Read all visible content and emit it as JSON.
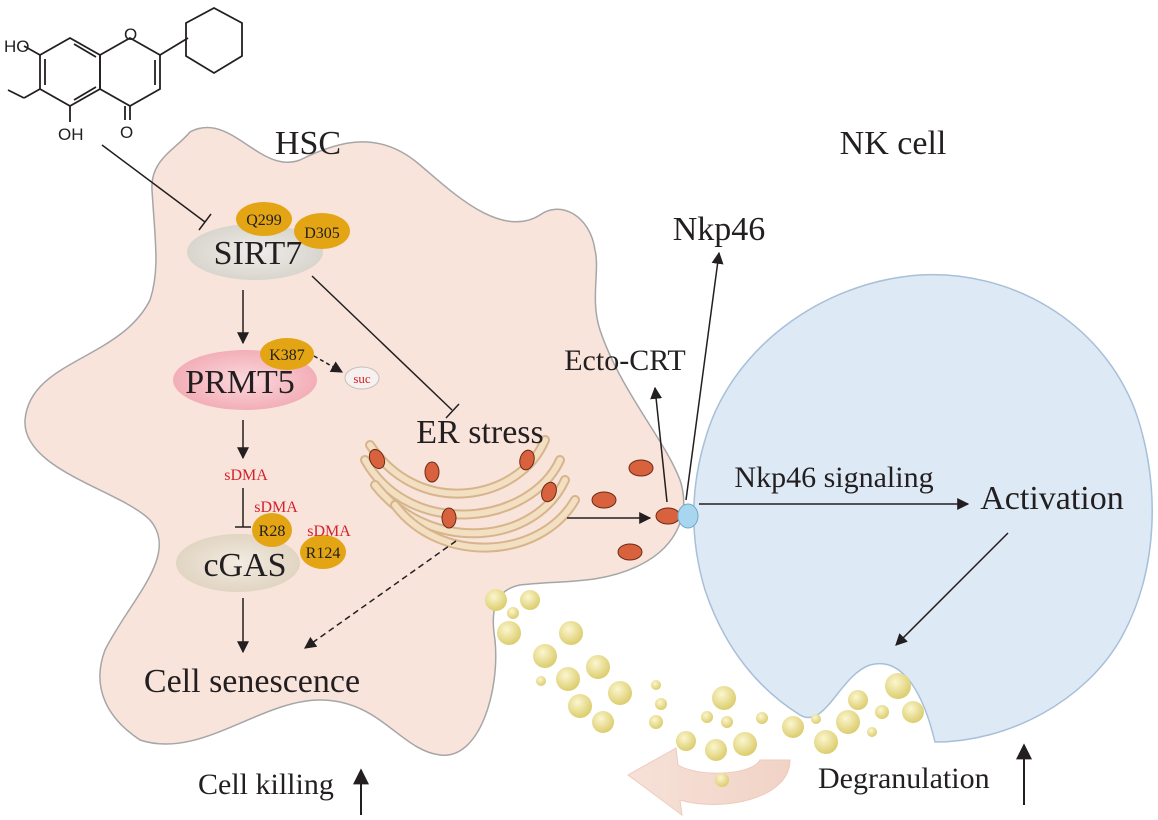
{
  "labels": {
    "hsc": "HSC",
    "nk_cell": "NK cell",
    "sirt7": "SIRT7",
    "q299": "Q299",
    "d305": "D305",
    "prmt5": "PRMT5",
    "k387": "K387",
    "suc": "suc",
    "sdma_1": "sDMA",
    "sdma_2": "sDMA",
    "sdma_3": "sDMA",
    "r28": "R28",
    "r124": "R124",
    "cgas": "cGAS",
    "cell_senescence": "Cell senescence",
    "er_stress": "ER stress",
    "nkp46": "Nkp46",
    "ecto_crt": "Ecto-CRT",
    "nkp46_signaling": "Nkp46 signaling",
    "activation": "Activation",
    "degranulation": "Degranulation",
    "cell_killing": "Cell killing",
    "molecule_ho": "HO",
    "molecule_oh": "OH",
    "molecule_o_ring": "O",
    "molecule_o_keto": "O"
  },
  "colors": {
    "hsc_fill": "#f9e4dc",
    "hsc_stroke": "#a6a6a6",
    "nk_fill": "#dde9f5",
    "nk_stroke": "#a7bfd8",
    "residue": "#e3a514",
    "sirt7_fill": "#dddbd4",
    "prmt5_fill": "#f3b6bf",
    "cgas_fill": "#e6dccd",
    "crt": "#d9623e",
    "receptor": "#a9d6ef",
    "granule": "#e3d98a",
    "sdma_text": "#d3222a",
    "er_membrane": "#e9c9a0"
  }
}
